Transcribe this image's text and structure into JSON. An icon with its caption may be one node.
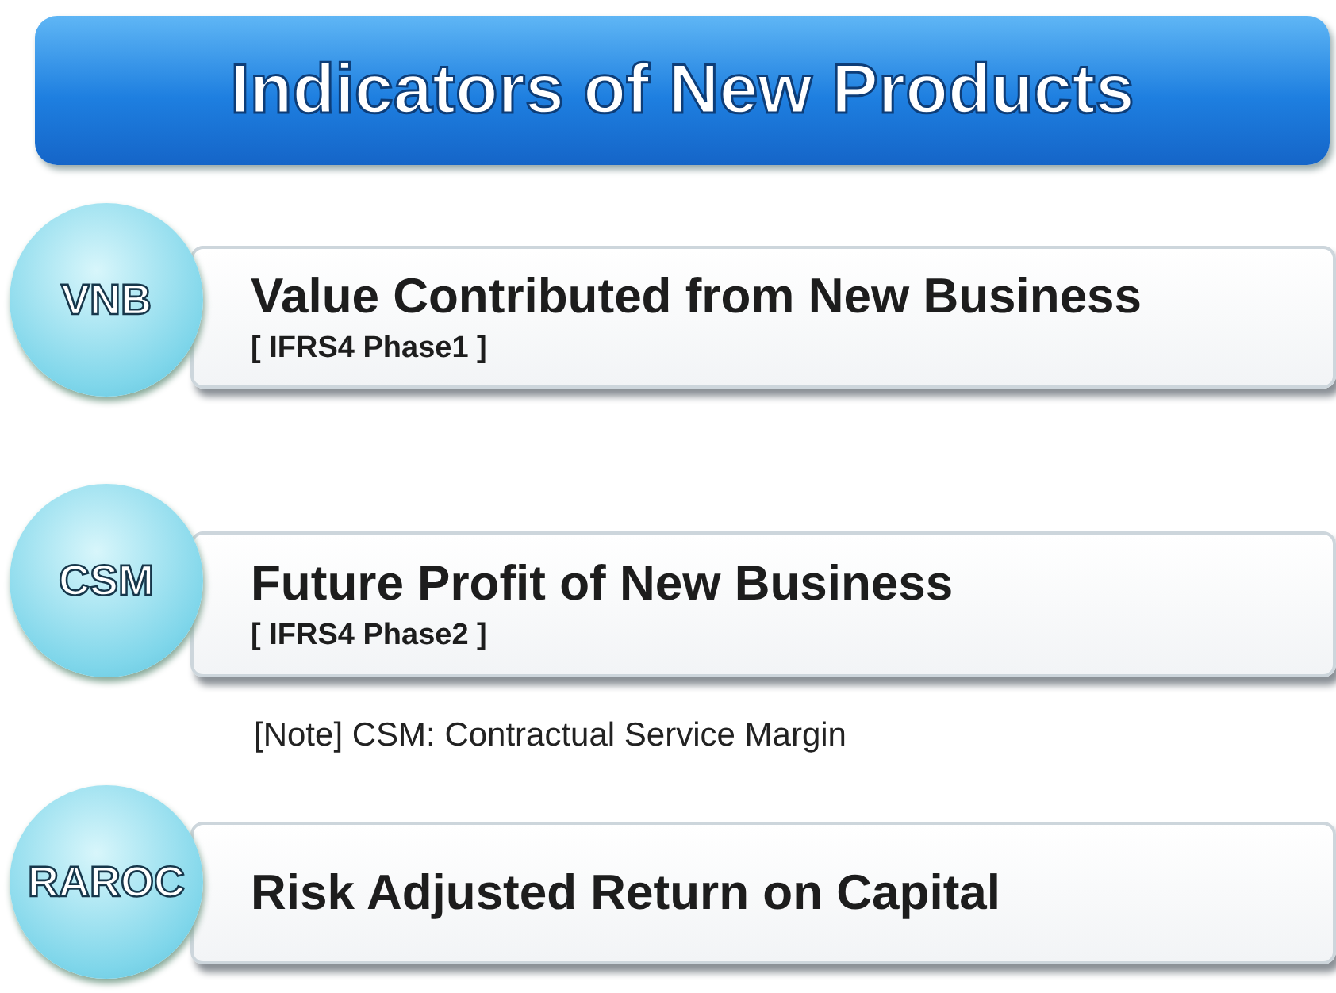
{
  "diagram": {
    "title": "Indicators of New Products",
    "nodes": [
      {
        "text": [
          "VNB"
        ]
      },
      {
        "text": [
          "Value Contributed from New Business",
          "[ IFRS4 Phase1 ]"
        ]
      },
      {
        "text": [
          "CSM"
        ]
      },
      {
        "text": [
          "Future Profit of New Business",
          "[ IFRS4 Phase2 ]"
        ]
      },
      {
        "text": [
          "RAROC"
        ]
      },
      {
        "text": [
          "Risk Adjusted Return on Capital"
        ]
      }
    ],
    "labels": [
      "[Note] CSM: Contractual Service Margin"
    ]
  }
}
